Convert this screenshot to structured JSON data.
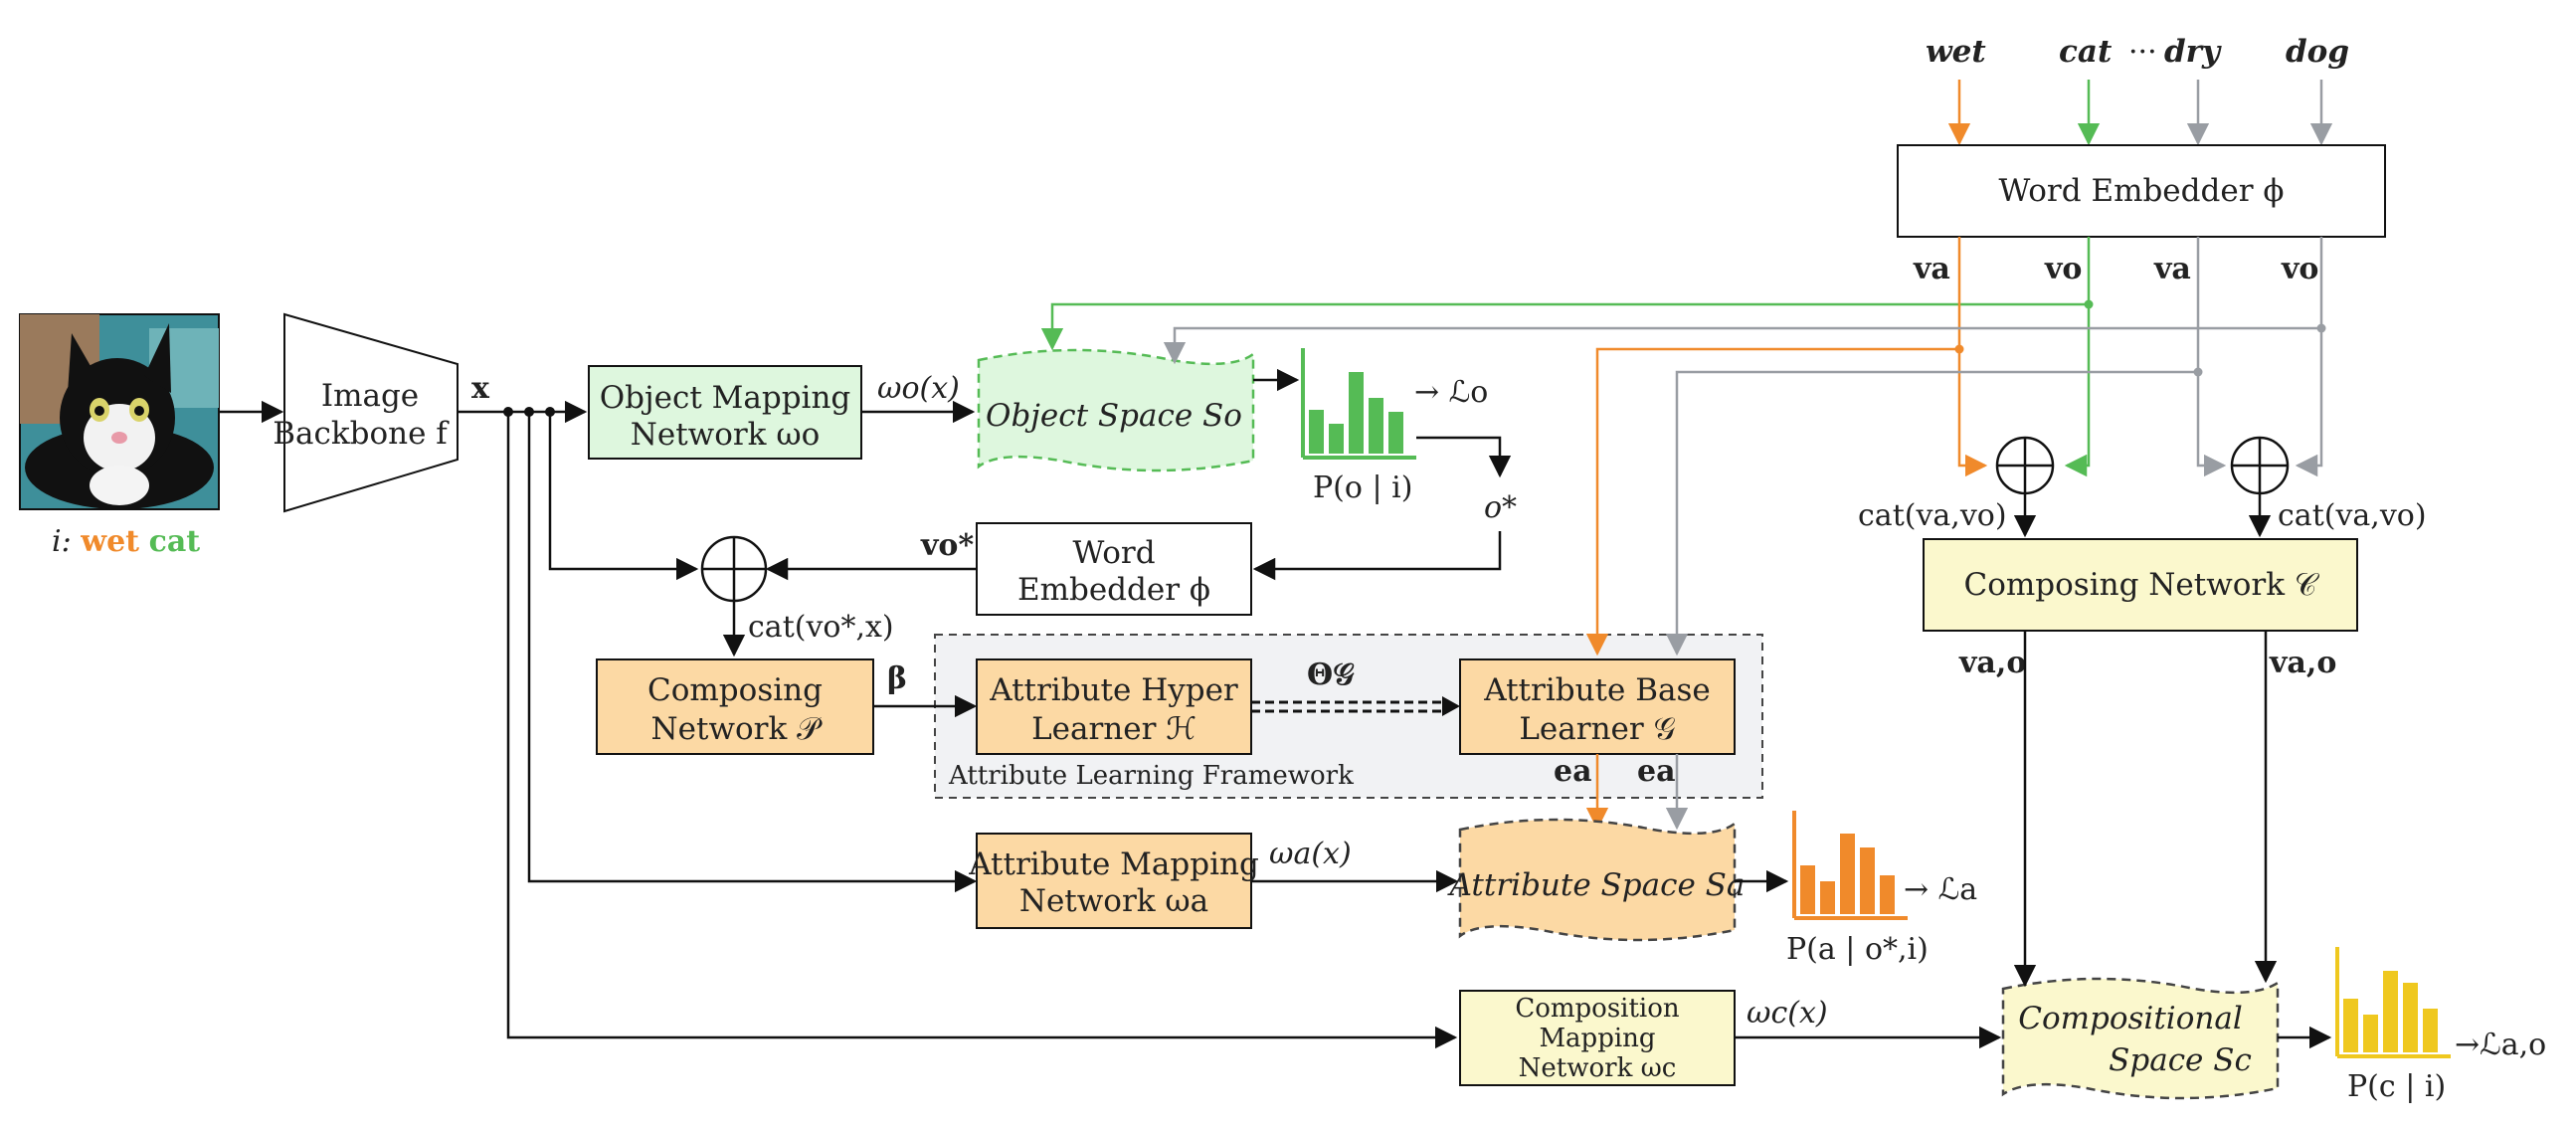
{
  "input": {
    "caption_prefix": "i:",
    "caption_attr": "wet",
    "caption_obj": "cat"
  },
  "backbone": {
    "line1": "Image",
    "line2": "Backbone f"
  },
  "x_label": "x",
  "object_mapping": {
    "line1": "Object Mapping",
    "line2": "Network ωo"
  },
  "omega_o_x": "ωo(x)",
  "object_space": "Object Space So",
  "loss_o": "→ ℒo",
  "p_o": "P(o | i)",
  "o_star": "o*",
  "word_embedder_mid": {
    "line1": "Word",
    "line2": "Embedder ϕ"
  },
  "v_o_star": "vo*",
  "cat_vo_star_x": "cat(vo*,x)",
  "composing_p": {
    "line1": "Composing",
    "line2": "Network 𝒫"
  },
  "beta": "β",
  "hyper_learner": {
    "line1": "Attribute Hyper",
    "line2": "Learner ℋ"
  },
  "theta_g": "Θ𝒢",
  "base_learner": {
    "line1": "Attribute Base",
    "line2": "Learner 𝒢"
  },
  "e_a_1": "ea",
  "e_a_2": "ea",
  "framework_label": "Attribute Learning Framework",
  "attr_mapping": {
    "line1": "Attribute Mapping",
    "line2": "Network ωa"
  },
  "omega_a_x": "ωa(x)",
  "attr_space": "Attribute Space Sa",
  "loss_a": "→ ℒa",
  "p_a": "P(a | o*,i)",
  "comp_mapping": {
    "line1": "Composition",
    "line2": "Mapping",
    "line3": "Network ωc"
  },
  "omega_c_x": "ωc(x)",
  "comp_space": {
    "line1": "Compositional",
    "line2": "Space Sc"
  },
  "loss_ao": "→ℒa,o",
  "p_c": "P(c | i)",
  "words": {
    "w1": "wet",
    "w2": "cat",
    "dots": "···",
    "w3": "dry",
    "w4": "dog"
  },
  "word_embedder_top": "Word Embedder ϕ",
  "v_labels": {
    "va1": "va",
    "vo1": "vo",
    "va2": "va",
    "vo2": "vo"
  },
  "cat_va_vo_1": "cat(va,vo)",
  "cat_va_vo_2": "cat(va,vo)",
  "composing_c": "Composing Network 𝒞",
  "v_ao_1": "va,o",
  "v_ao_2": "va,o",
  "colors": {
    "green": "#55bb55",
    "orange": "#f08a2b",
    "gray": "#999da3",
    "yellow": "#efc81f",
    "orange_fill": "#fcd9a4",
    "green_fill": "#def7de",
    "yellow_fill": "#fbf8cd",
    "framework_fill": "#f1f2f4"
  }
}
